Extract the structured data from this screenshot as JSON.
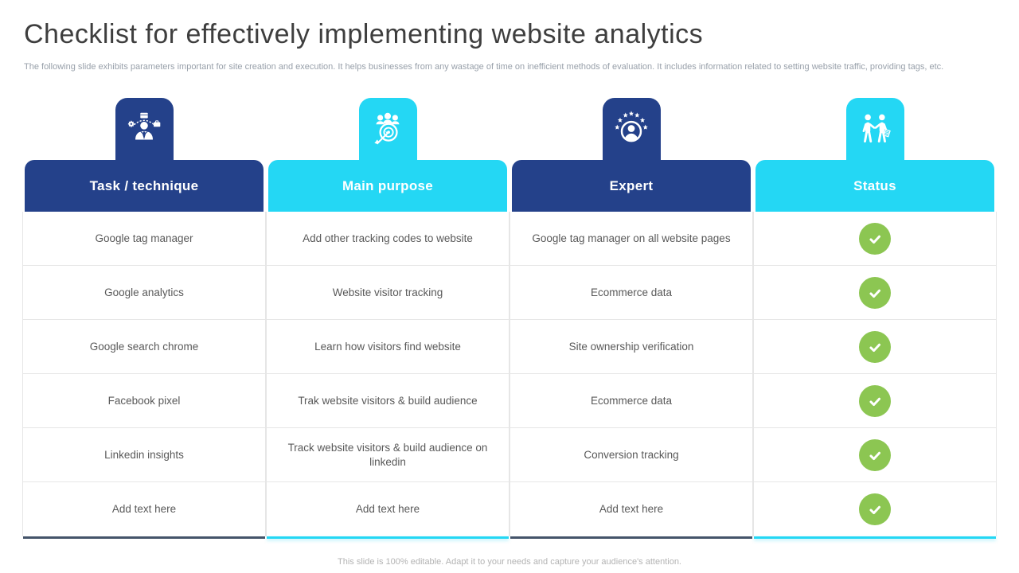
{
  "slide": {
    "title": "Checklist for effectively implementing website analytics",
    "subtitle": "The following slide exhibits parameters important for site creation and execution. It helps businesses from any wastage of time on inefficient methods of evaluation. It includes information related to setting website traffic, providing tags, etc.",
    "footer": "This slide is 100% editable. Adapt it to your needs and capture your audience's attention."
  },
  "colors": {
    "navy": "#24418A",
    "cyan": "#24D7F4",
    "green": "#8CC652",
    "dark-bar": "#44546A"
  },
  "columns": [
    {
      "label": "Task / technique",
      "icon": "businessman-options-icon",
      "theme": "navy"
    },
    {
      "label": "Main purpose",
      "icon": "audience-target-icon",
      "theme": "cyan"
    },
    {
      "label": "Expert",
      "icon": "expert-stars-icon",
      "theme": "navy"
    },
    {
      "label": "Status",
      "icon": "handshake-people-icon",
      "theme": "cyan"
    }
  ],
  "rows": [
    {
      "task": "Google tag manager",
      "purpose": "Add other tracking codes to website",
      "expert": "Google tag manager on all website pages",
      "status": "checked"
    },
    {
      "task": "Google analytics",
      "purpose": "Website visitor tracking",
      "expert": "Ecommerce data",
      "status": "checked"
    },
    {
      "task": "Google search chrome",
      "purpose": "Learn how visitors find website",
      "expert": "Site ownership verification",
      "status": "checked"
    },
    {
      "task": "Facebook pixel",
      "purpose": "Trak website visitors & build audience",
      "expert": "Ecommerce data",
      "status": "checked"
    },
    {
      "task": "Linkedin insights",
      "purpose": "Track website visitors & build audience on linkedin",
      "expert": "Conversion tracking",
      "status": "checked"
    },
    {
      "task": "Add text here",
      "purpose": "Add text here",
      "expert": "Add text here",
      "status": "checked"
    }
  ]
}
